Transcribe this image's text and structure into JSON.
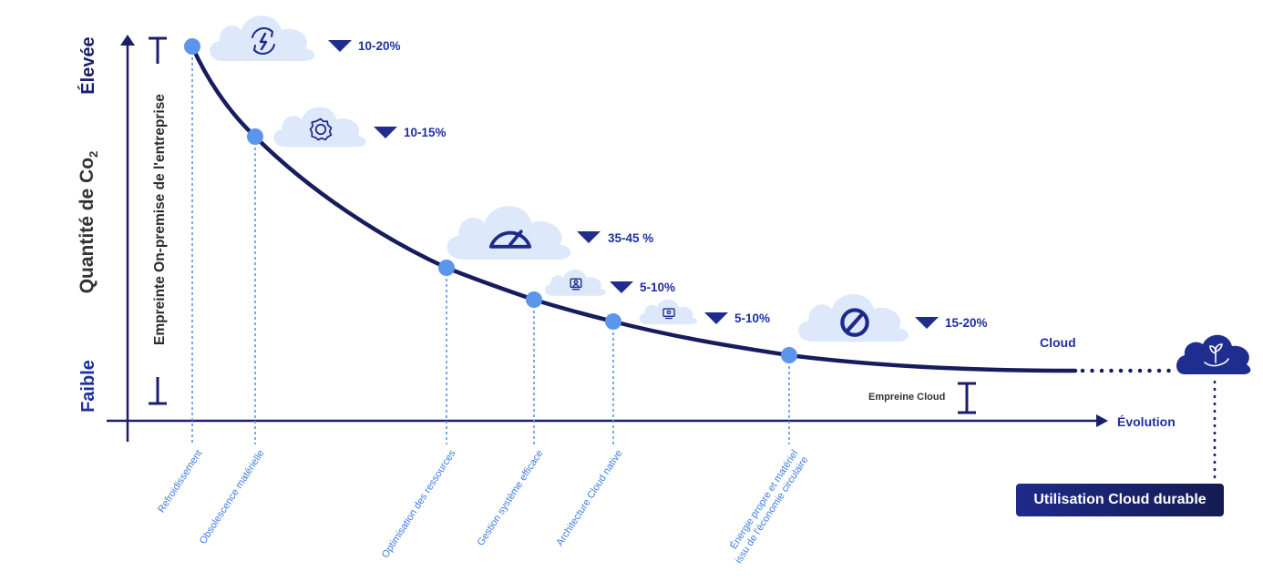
{
  "chart_data": {
    "type": "line",
    "title": "",
    "ylabel": "Quantité de Co2",
    "ylabel_main": "Quantité de Co",
    "ylabel_sub": "2",
    "y_high_label": "Élevée",
    "y_low_label": "Faible",
    "xlabel": "Évolution",
    "onprem_label": "Empreinte On-premise de l'entreprise",
    "cloud_footprint_label": "Empreine Cloud",
    "cloud_label": "Cloud",
    "curve": "decreasing curve from high on-premise footprint to low cloud footprint",
    "steps": [
      {
        "name": "Refroidissement",
        "reduction": "10-20%",
        "icon": "energy-refresh-icon"
      },
      {
        "name": "Obsolescence matérielle",
        "reduction": "10-15%",
        "icon": "gear-icon"
      },
      {
        "name": "Optimisation des ressources",
        "reduction": "35-45 %",
        "icon": "speedometer-icon"
      },
      {
        "name": "Gestion système efficace",
        "reduction": "5-10%",
        "icon": "monitor-person-icon"
      },
      {
        "name": "Architecture Cloud native",
        "reduction": "5-10%",
        "icon": "monitor-gear-icon"
      },
      {
        "name": "Énergie propre et matériel issu de l'économie circulaire",
        "name_line1": "Énergie propre et matériel",
        "name_line2": "issu de l'économie circulaire",
        "reduction": "15-20%",
        "icon": "no-entry-icon"
      }
    ],
    "final": {
      "label": "Utilisation Cloud durable",
      "icon": "plant-hand-icon"
    }
  },
  "colors": {
    "navy": "#1a1f6b",
    "curve": "#161c5e",
    "dot": "#5b95ec",
    "cloud": "#dde8fa",
    "icon": "#1e2a8a",
    "dashed": "#5b95ec"
  }
}
